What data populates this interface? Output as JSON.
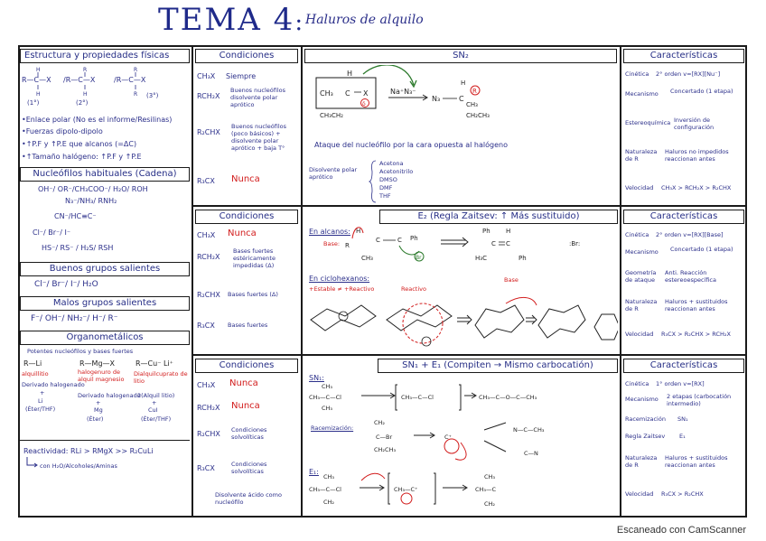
{
  "title": {
    "main": "TEMA 4",
    "sub": "Haluros de alquilo"
  },
  "col1": {
    "header": "Estructura y propiedades físicas",
    "degrees": [
      "(1°)",
      "(2°)",
      "(3°)"
    ],
    "props": [
      "•Enlace polar (No es el informe/Resilinas)",
      "•Fuerzas dipolo-dipolo",
      "•↑P.F y ↑P.E que alcanos (=ΔC)",
      "•↑Tamaño halógeno: ↑P.F y ↑P.E"
    ],
    "nuc_header": "Nucleófilos habituales (Cadena)",
    "nuc_lines": [
      "OH⁻/ OR⁻/CH₃COO⁻/ H₂O/ ROH",
      "N₃⁻/NH₃/ RNH₂",
      "CN⁻/HC≡C⁻",
      "Cl⁻/ Br⁻/ I⁻",
      "HS⁻/ RS⁻ / H₂S/ RSH"
    ],
    "good_header": "Buenos grupos salientes",
    "good_line": "Cl⁻/ Br⁻/ I⁻/ H₂O",
    "bad_header": "Malos grupos salientes",
    "bad_line": "F⁻/ OH⁻/ NH₂⁻/ H⁻/ R⁻",
    "organo_header": "Organometálicos",
    "organo_sub": "Potentes nucleófilos y bases fuertes",
    "organo_cols": [
      {
        "a": "R—Li",
        "b": "alquillitio",
        "c": "Derivado halogenado",
        "d": "+",
        "e": "Li",
        "f": "(Éter/THF)"
      },
      {
        "a": "R—Mg—X",
        "b": "halogenuro de alquil magnesio",
        "c": "Derivado halogenado",
        "d": "+",
        "e": "Mg",
        "f": "(Éter)"
      },
      {
        "a": "R—Cu⁻ Li⁺",
        "b": "Dialquilcuprato de litio",
        "c": "2(Alquil litio)",
        "d": "+",
        "e": "CuI",
        "f": "(Éter/THF)"
      }
    ],
    "reactivity": "Reactividad: RLi > RMgX >> R₂CuLi",
    "reactivity_note": "con H₂O/Alcoholes/Aminas"
  },
  "row1": {
    "cond_header": "Condiciones",
    "cond": [
      {
        "lhs": "CH₃X",
        "rhs": "Siempre"
      },
      {
        "lhs": "RCH₂X",
        "rhs": "Buenos nucleófilos disolvente polar aprótico"
      },
      {
        "lhs": "R₂CHX",
        "rhs": "Buenos nucleófilos (poco básicos) + disolvente polar aprótico + baja T°"
      },
      {
        "lhs": "R₃CX",
        "rhs": "Nunca"
      }
    ],
    "mech_header": "SN₂",
    "reagent": "Na⁺N₃⁻",
    "sub_left": "CH₃CH₂",
    "sub_right": "CH₂CH₃",
    "nucleophile": "N₃",
    "attack": "Ataque del nucleófilo por la cara opuesta al halógeno",
    "solvent_label": "Disolvente polar aprótico",
    "solvents": [
      "Acetona",
      "Acetonitrilo",
      "DMSO",
      "DMF",
      "THF"
    ],
    "char_header": "Características",
    "chars": [
      {
        "k": "Cinética",
        "v": "2° orden v=[RX][Nu⁻]"
      },
      {
        "k": "Mecanismo",
        "v": "Concertado (1 etapa)"
      },
      {
        "k": "Estereoquímica",
        "v": "Inversión de configuración"
      },
      {
        "k": "Naturaleza de R",
        "v": "Haluros no impedidos reaccionan antes"
      },
      {
        "k": "Velocidad",
        "v": "CH₃X > RCH₂X > R₂CHX"
      }
    ]
  },
  "row2": {
    "cond_header": "Condiciones",
    "cond": [
      {
        "lhs": "CH₃X",
        "rhs": "Nunca"
      },
      {
        "lhs": "RCH₂X",
        "rhs": "Bases fuertes estéricamente impedidas (Δ)"
      },
      {
        "lhs": "R₂CHX",
        "rhs": "Bases fuertes (Δ)"
      },
      {
        "lhs": "R₃CX",
        "rhs": "Bases fuertes"
      }
    ],
    "mech_header": "E₂ (Regla Zaitsev: ↑ Más sustituido)",
    "alk_label": "En alcanos:",
    "base_label": "Base:",
    "cyclo_label": "En ciclohexanos:",
    "cyclo_note": "+Estable ≠ +Reactivo",
    "cyclo_reactive": "Reactivo",
    "cyclo_base": "Base",
    "char_header": "Características",
    "chars": [
      {
        "k": "Cinética",
        "v": "2° orden v=[RX][Base]"
      },
      {
        "k": "Mecanismo",
        "v": "Concertado (1 etapa)"
      },
      {
        "k": "Geometría de ataque",
        "v": "Anti. Reacción estereoespecífica"
      },
      {
        "k": "Naturaleza de R",
        "v": "Haluros + sustituidos reaccionan antes"
      },
      {
        "k": "Velocidad",
        "v": "R₃CX > R₂CHX > RCH₂X"
      }
    ]
  },
  "row3": {
    "cond_header": "Condiciones",
    "cond": [
      {
        "lhs": "CH₃X",
        "rhs": "Nunca"
      },
      {
        "lhs": "RCH₂X",
        "rhs": "Nunca"
      },
      {
        "lhs": "R₂CHX",
        "rhs": "Condiciones solvolíticas"
      },
      {
        "lhs": "R₃CX",
        "rhs": "Condiciones solvolíticas"
      }
    ],
    "cond_note": "Disolvente ácido como nucleófilo",
    "mech_header": "SN₁ + E₁ (Compiten → Mismo carbocatión)",
    "sn1_label": "SN₁:",
    "rac_label": "Racemización:",
    "e1_label": "E₁:",
    "char_header": "Características",
    "chars": [
      {
        "k": "Cinética",
        "v": "1° orden v=[RX]"
      },
      {
        "k": "Mecanismo",
        "v": "2 etapas (carbocatión intermedio)"
      },
      {
        "k": "Racemización",
        "v": "SN₁"
      },
      {
        "k": "Regla Zaitsev",
        "v": "E₁"
      },
      {
        "k": "Naturaleza de R",
        "v": "Haluros + sustituidos reaccionan antes"
      },
      {
        "k": "Velocidad",
        "v": "R₃CX > R₂CHX"
      }
    ]
  },
  "footer": "Escaneado con CamScanner"
}
